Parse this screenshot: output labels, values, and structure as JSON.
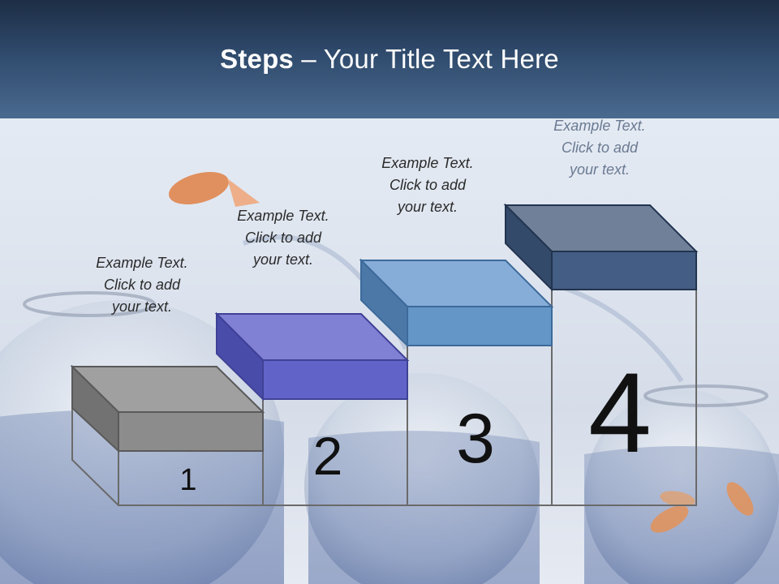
{
  "slide": {
    "title_bold": "Steps",
    "title_rest": " – Your Title Text Here"
  },
  "steps": [
    {
      "number": "1",
      "caption": [
        "Example Text.",
        "Click  to add",
        "your text."
      ],
      "color": "#8c8c8c"
    },
    {
      "number": "2",
      "caption": [
        "Example Text.",
        "Click  to add",
        "your text."
      ],
      "color": "#6163c8"
    },
    {
      "number": "3",
      "caption": [
        "Example Text.",
        "Click  to add",
        "your text."
      ],
      "color": "#6496c8"
    },
    {
      "number": "4",
      "caption": [
        "Example Text.",
        "Click  to add",
        "your text."
      ],
      "color": "#435d84"
    }
  ],
  "colors": {
    "header_dark": "#1d2d45",
    "header_light": "#4a6a8f",
    "background": "#e3e9f2"
  }
}
